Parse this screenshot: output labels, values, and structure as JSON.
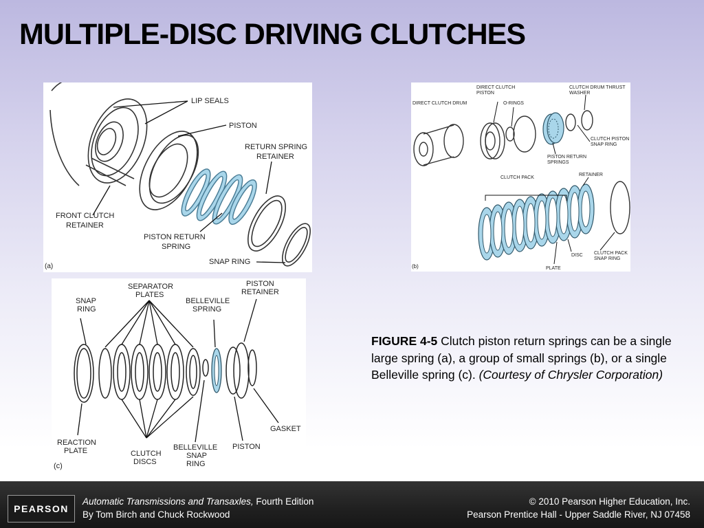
{
  "slide": {
    "title": "MULTIPLE-DISC DRIVING CLUTCHES"
  },
  "figure_a": {
    "panel_label": "(a)",
    "lip_seals": "LIP SEALS",
    "piston": "PISTON",
    "return_spring_1": "RETURN SPRING",
    "return_spring_2": "RETAINER",
    "front_clutch_1": "FRONT CLUTCH",
    "front_clutch_2": "RETAINER",
    "piston_return_1": "PISTON RETURN",
    "piston_return_2": "SPRING",
    "snap_ring": "SNAP RING"
  },
  "figure_b": {
    "panel_label": "(b)",
    "direct_clutch_drum": "DIRECT CLUTCH DRUM",
    "direct_clutch_piston_1": "DIRECT CLUTCH",
    "direct_clutch_piston_2": "PISTON",
    "o_rings": "O-RINGS",
    "thrust_washer_1": "CLUTCH DRUM THRUST",
    "thrust_washer_2": "WASHER",
    "piston_snap_ring_1": "CLUTCH PISTON",
    "piston_snap_ring_2": "SNAP RING",
    "piston_return_springs_1": "PISTON RETURN",
    "piston_return_springs_2": "SPRINGS",
    "clutch_pack": "CLUTCH PACK",
    "retainer": "RETAINER",
    "disc": "DISC",
    "plate": "PLATE",
    "pack_snap_ring_1": "CLUTCH PACK",
    "pack_snap_ring_2": "SNAP RING"
  },
  "figure_c": {
    "panel_label": "(c)",
    "separator_plates_1": "SEPARATOR",
    "separator_plates_2": "PLATES",
    "piston_retainer_1": "PISTON",
    "piston_retainer_2": "RETAINER",
    "snap_ring_1": "SNAP",
    "snap_ring_2": "RING",
    "belleville_spring_1": "BELLEVILLE",
    "belleville_spring_2": "SPRING",
    "gasket": "GASKET",
    "reaction_plate_1": "REACTION",
    "reaction_plate_2": "PLATE",
    "clutch_discs_1": "CLUTCH",
    "clutch_discs_2": "DISCS",
    "belleville_snap_ring_1": "BELLEVILLE",
    "belleville_snap_ring_2": "SNAP",
    "belleville_snap_ring_3": "RING",
    "piston": "PISTON"
  },
  "caption": {
    "figure_number": "FIGURE 4-5",
    "text": " Clutch piston return springs can be a single large spring (a), a group of small springs (b), or a single Belleville spring (c). ",
    "credit": "(Courtesy of Chrysler Corporation)"
  },
  "footer": {
    "logo": "PEARSON",
    "book_title": "Automatic Transmissions and Transaxles,",
    "edition": " Fourth Edition",
    "authors": "By Tom Birch and Chuck Rockwood",
    "copyright": "© 2010 Pearson Higher Education, Inc.",
    "publisher": "Pearson Prentice Hall - Upper Saddle River, NJ 07458"
  },
  "colors": {
    "highlight": "#a9d6ea",
    "footer_bg": "#222222",
    "title": "#000000"
  }
}
